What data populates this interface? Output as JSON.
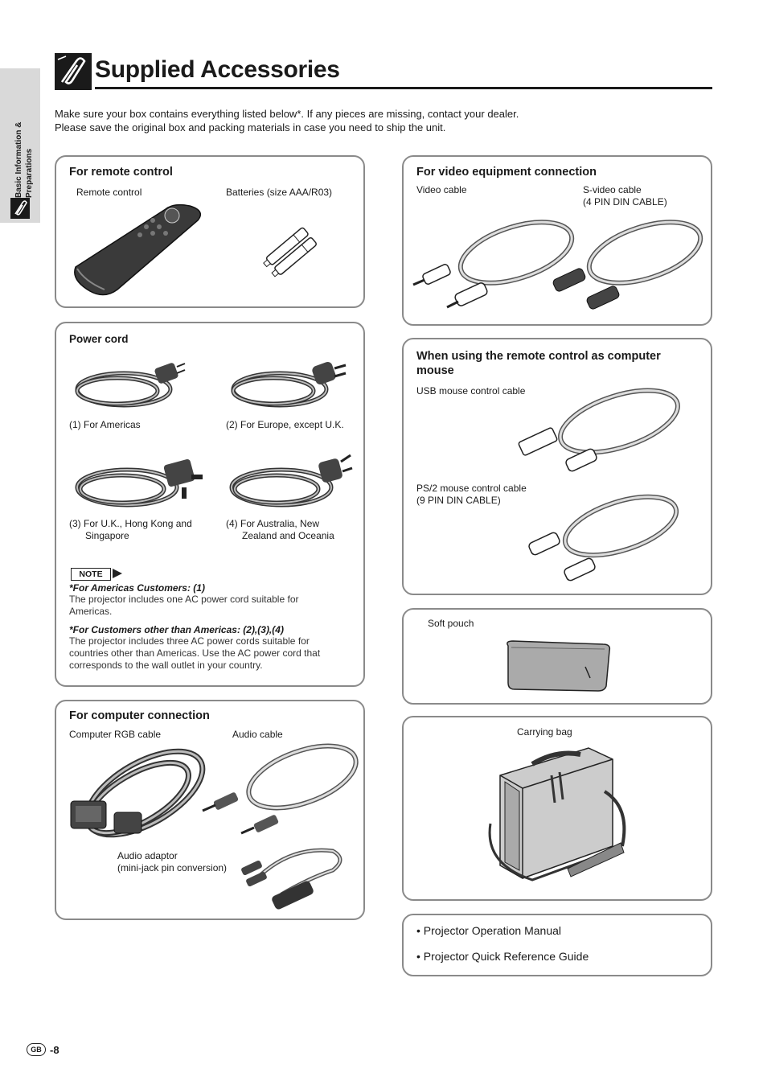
{
  "side_tab": {
    "line1": "Basic Information &",
    "line2": "Preparations"
  },
  "title": "Supplied Accessories",
  "intro": {
    "line1": "Make sure your box contains everything listed below*. If any pieces are missing, contact your dealer.",
    "line2": "Please save the original box and packing materials in case you need to ship the unit."
  },
  "remote_box": {
    "heading": "For remote control",
    "remote_label": "Remote control",
    "batteries_label": "Batteries (size AAA/R03)"
  },
  "power_box": {
    "heading": "Power cord",
    "cord1": "(1) For Americas",
    "cord2": "(2) For Europe, except U.K.",
    "cord3_line1": "(3) For U.K., Hong Kong and",
    "cord3_line2": "Singapore",
    "cord4_line1": "(4) For Australia, New",
    "cord4_line2": "Zealand and Oceania",
    "note_tag": "NOTE",
    "note1_heading": "*For Americas Customers: (1)",
    "note1_line1": "The projector includes one AC power cord suitable for",
    "note1_line2": "Americas.",
    "note2_heading": "*For Customers other than Americas: (2),(3),(4)",
    "note2_line1": "The projector includes three AC power cords suitable for",
    "note2_line2": "countries other than Americas. Use the AC power cord that",
    "note2_line3": "corresponds to the wall outlet in your country."
  },
  "computer_box": {
    "heading": "For computer connection",
    "rgb_label": "Computer RGB cable",
    "audio_label": "Audio cable",
    "adaptor_line1": "Audio adaptor",
    "adaptor_line2": "(mini-jack pin conversion)"
  },
  "video_box": {
    "heading": "For video equipment connection",
    "video_label": "Video cable",
    "svideo_line1": "S-video cable",
    "svideo_line2": "(4 PIN DIN CABLE)"
  },
  "mouse_box": {
    "heading_line1": "When using the remote control as computer",
    "heading_line2": "mouse",
    "usb_label": "USB mouse control cable",
    "ps2_line1": "PS/2 mouse control cable",
    "ps2_line2": "(9 PIN DIN CABLE)"
  },
  "pouch_box": {
    "label": "Soft pouch"
  },
  "bag_box": {
    "label": "Carrying bag"
  },
  "manuals_box": {
    "item1": "Projector Operation Manual",
    "item2": "Projector Quick Reference Guide"
  },
  "footer": {
    "region": "GB",
    "page": "-8"
  }
}
